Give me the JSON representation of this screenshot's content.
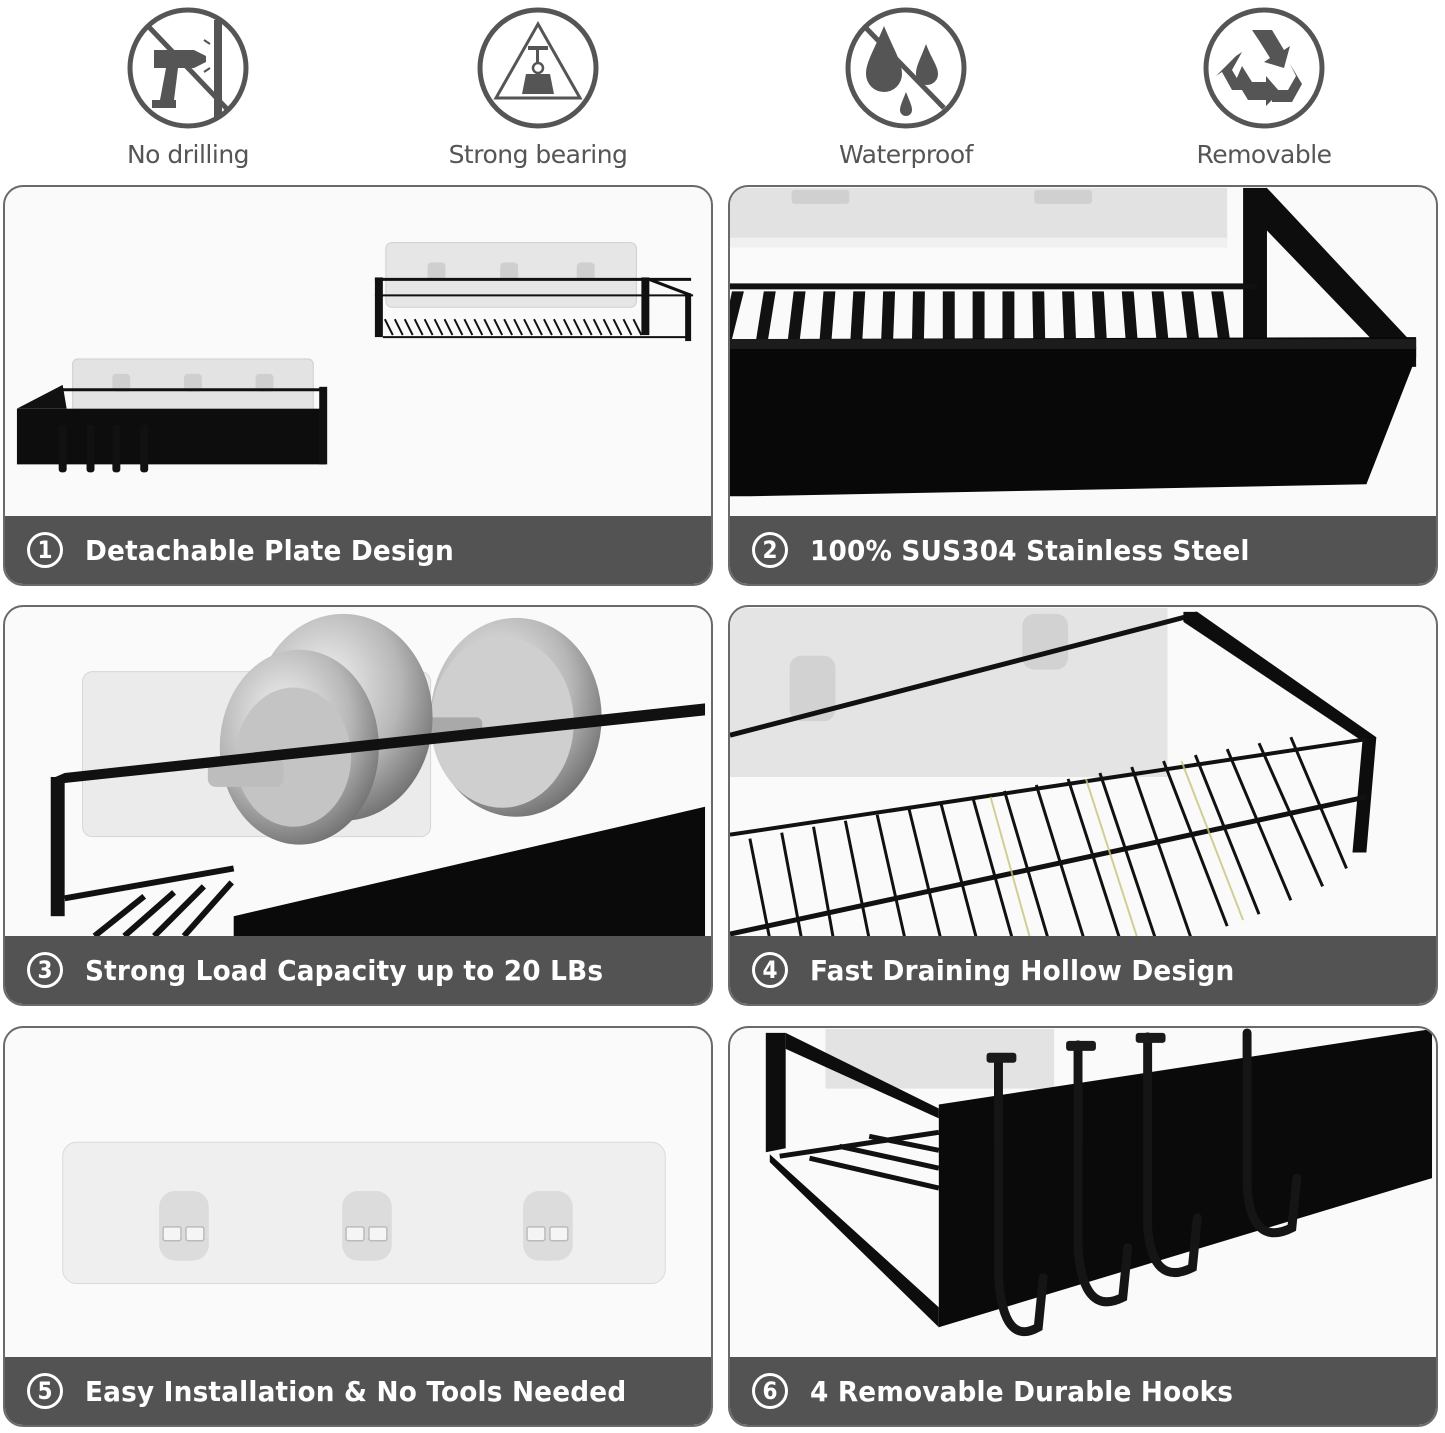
{
  "features": [
    {
      "label": "No drilling",
      "icon": "no-drilling-icon"
    },
    {
      "label": "Strong bearing",
      "icon": "strong-bearing-icon"
    },
    {
      "label": "Waterproof",
      "icon": "waterproof-icon"
    },
    {
      "label": "Removable",
      "icon": "removable-icon"
    }
  ],
  "panels": [
    {
      "number": "1",
      "caption": "Detachable Plate Design",
      "image": "two-shelves-with-adhesive-plates"
    },
    {
      "number": "2",
      "caption": "100% SUS304 Stainless Steel",
      "image": "shelf-closeup-steel"
    },
    {
      "number": "3",
      "caption": "Strong Load Capacity up to 20 LBs",
      "image": "shelf-holding-dumbbell"
    },
    {
      "number": "4",
      "caption": "Fast Draining Hollow Design",
      "image": "shelf-wire-base"
    },
    {
      "number": "5",
      "caption": "Easy Installation & No Tools Needed",
      "image": "adhesive-plate-three-mounts"
    },
    {
      "number": "6",
      "caption": "4 Removable Durable Hooks",
      "image": "shelf-with-four-hooks"
    }
  ],
  "colors": {
    "caption_bar": "#535353",
    "caption_text": "#ffffff",
    "icon_gray": "#555555",
    "panel_border": "#6a6a6a",
    "panel_bg": "#fafafa",
    "metal_black": "#0d0d0d"
  }
}
